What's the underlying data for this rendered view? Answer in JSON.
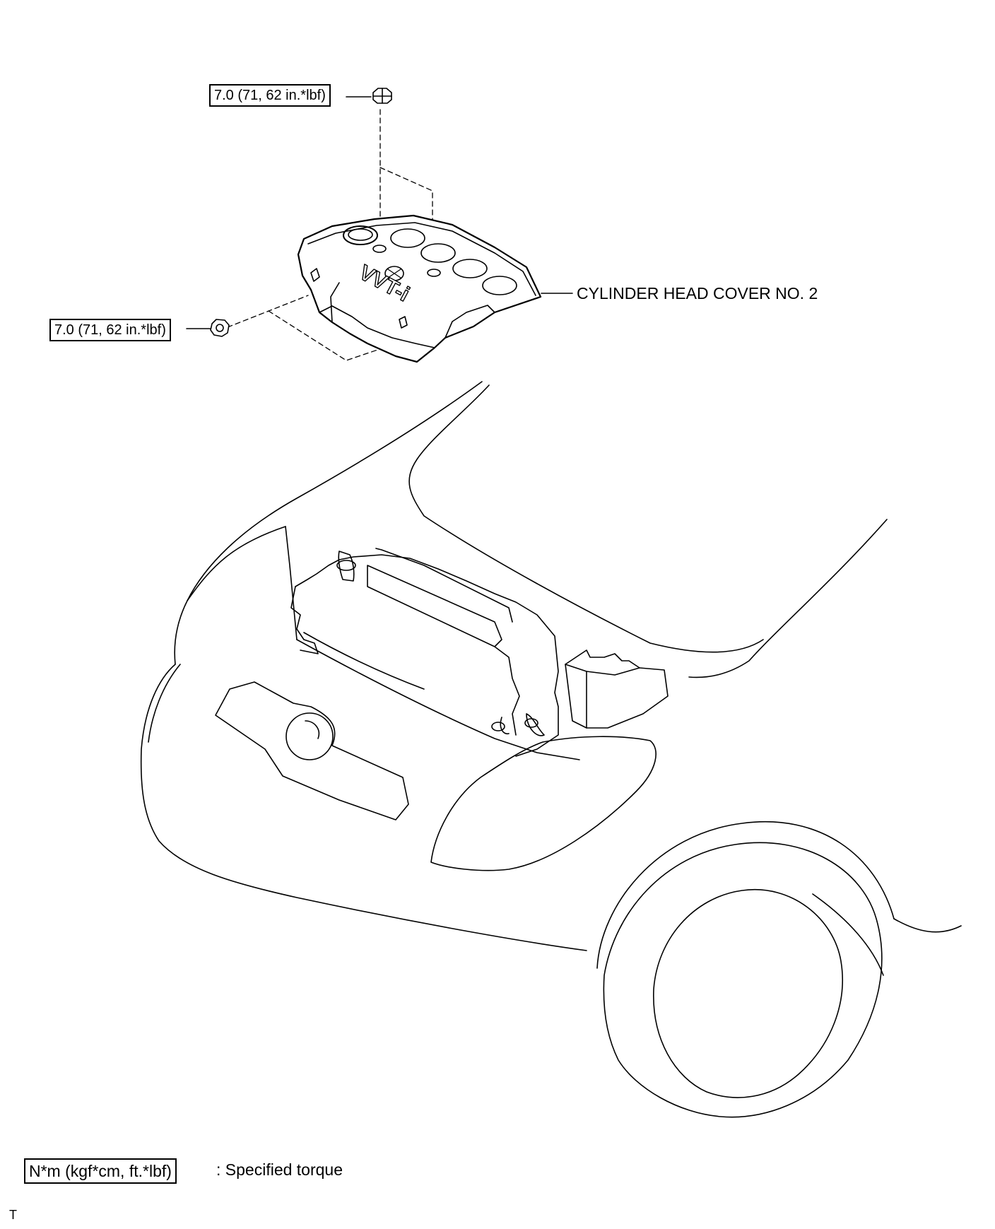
{
  "callouts": {
    "torque_upper": "7.0 (71, 62 in.*lbf)",
    "torque_lower": "7.0 (71, 62 in.*lbf)",
    "part_name": "CYLINDER HEAD COVER NO. 2",
    "cover_emblem": "VVT-i"
  },
  "legend": {
    "unit_box": "N*m (kgf*cm, ft.*lbf)",
    "description": ": Specified torque"
  },
  "footer": {
    "mark": "T"
  }
}
